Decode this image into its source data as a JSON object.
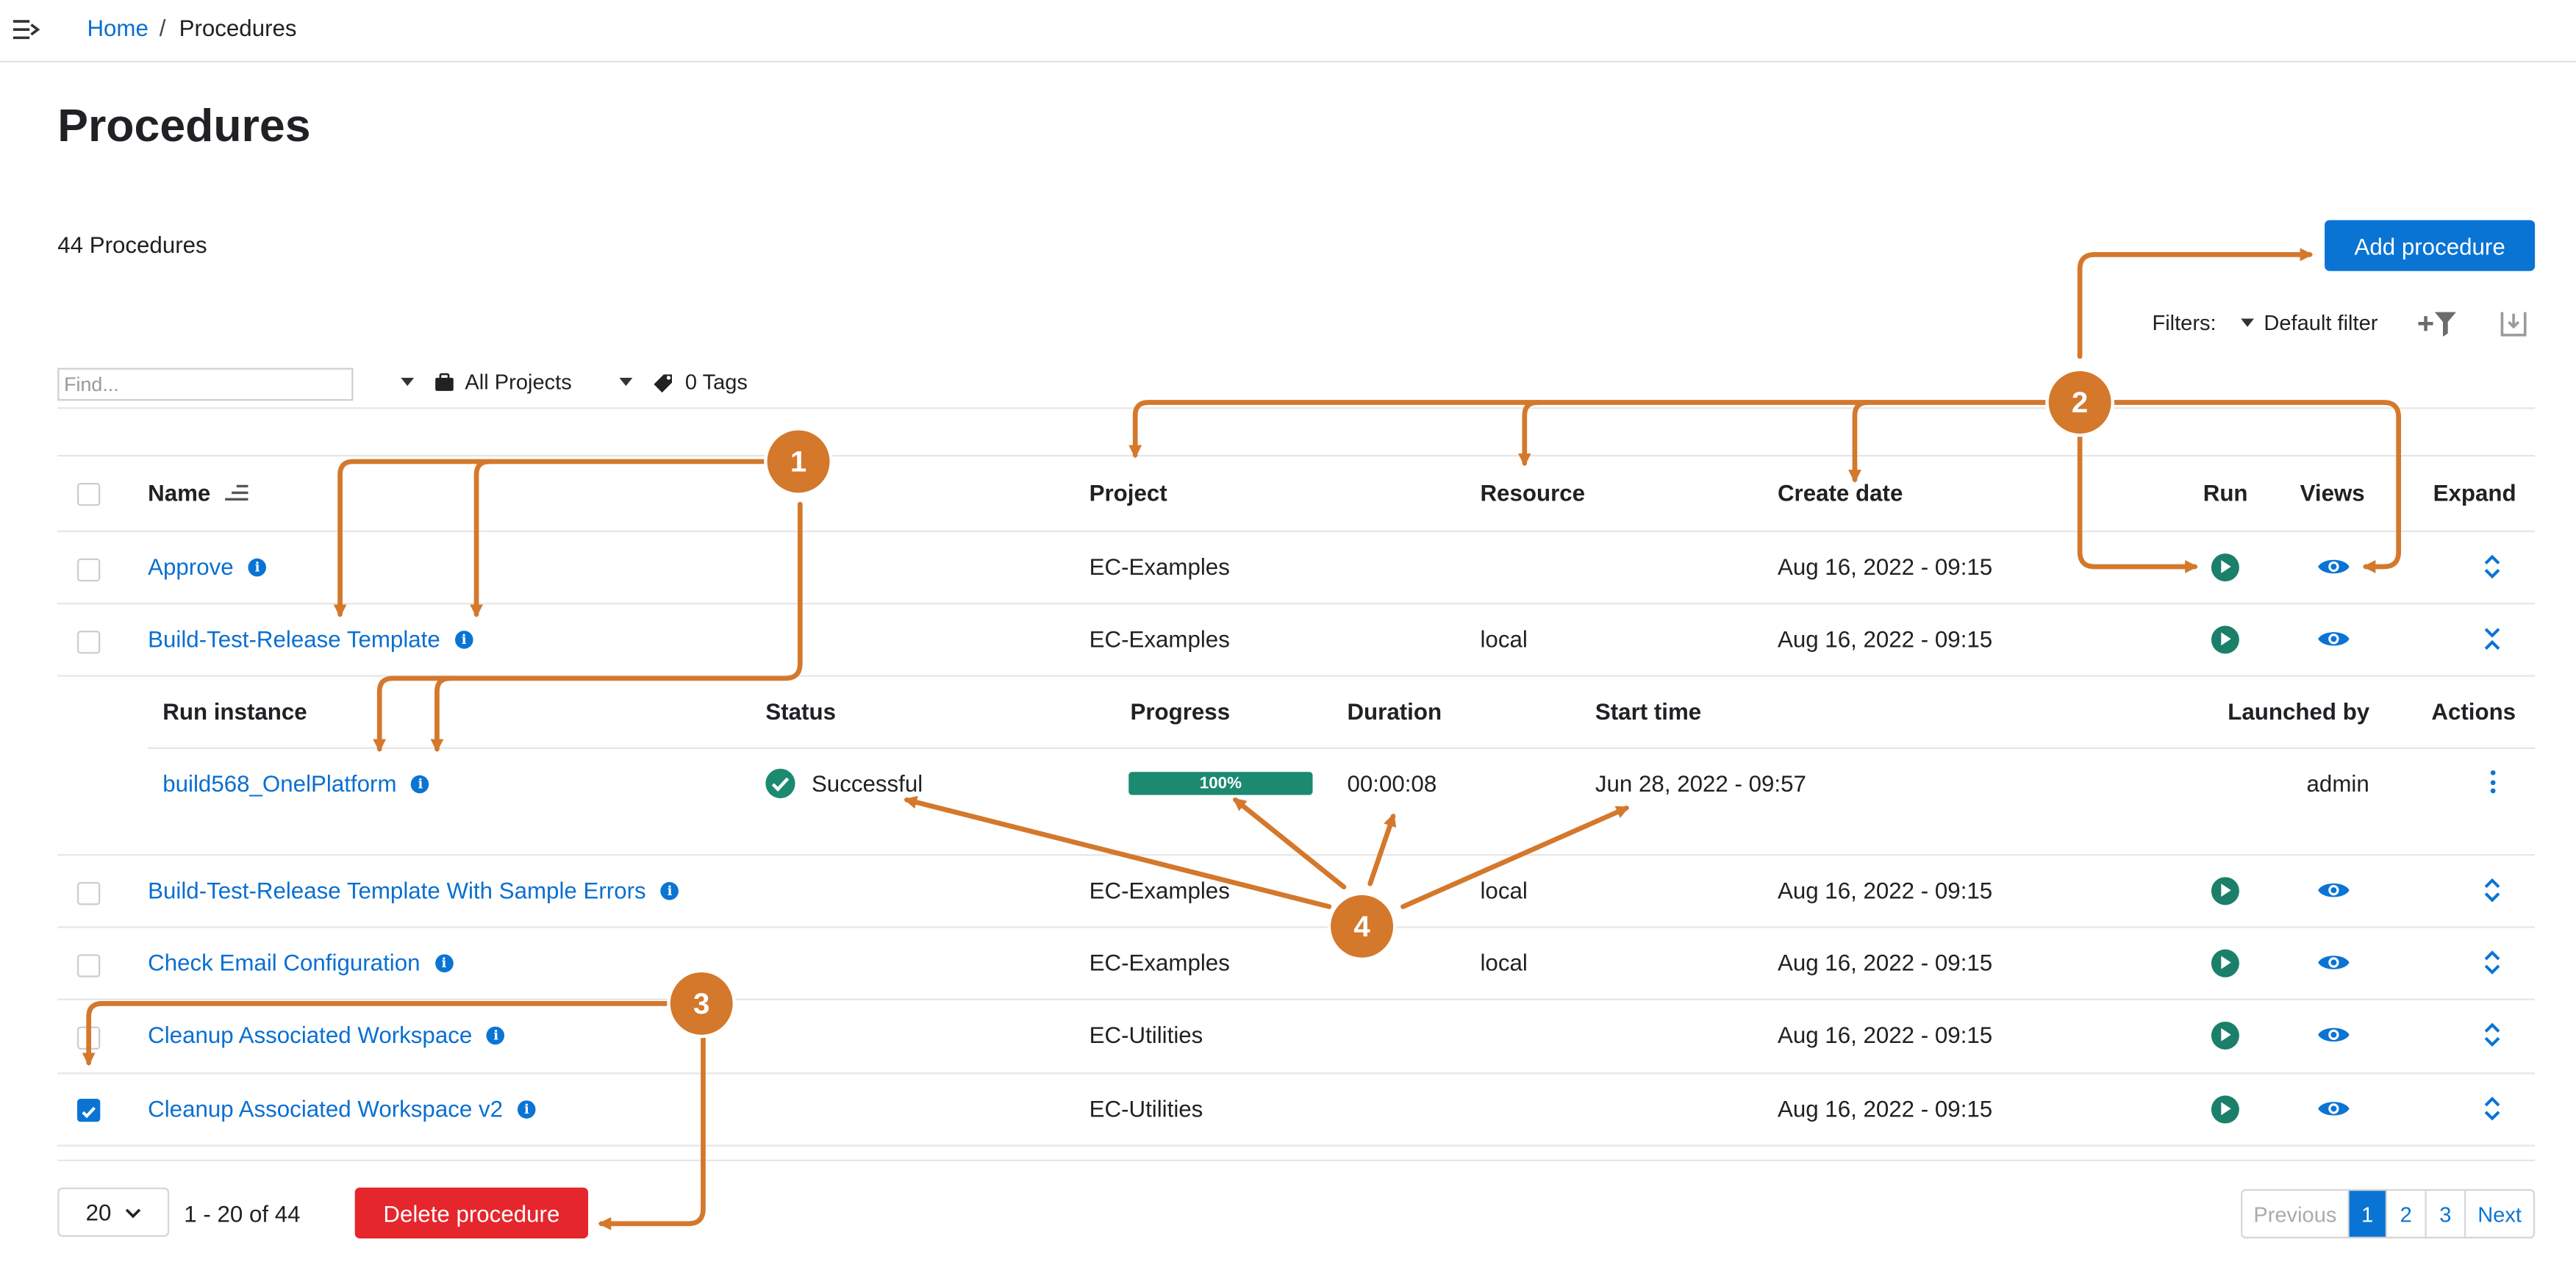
{
  "breadcrumb": {
    "home": "Home",
    "separator": "/",
    "current": "Procedures"
  },
  "page": {
    "title": "Procedures",
    "count": "44 Procedures"
  },
  "toolbar": {
    "add_label": "Add procedure",
    "filters_label": "Filters:",
    "filter_value": "Default filter",
    "find_placeholder": "Find...",
    "projects": "All Projects",
    "tags": "0 Tags"
  },
  "table": {
    "headers": {
      "name": "Name",
      "project": "Project",
      "resource": "Resource",
      "create_date": "Create date",
      "run": "Run",
      "views": "Views",
      "expand": "Expand"
    },
    "rows": [
      {
        "name": "Approve",
        "project": "EC-Examples",
        "resource": "",
        "date": "Aug 16, 2022 - 09:15",
        "checked": false
      },
      {
        "name": "Build-Test-Release Template",
        "project": "EC-Examples",
        "resource": "local",
        "date": "Aug 16, 2022 - 09:15",
        "checked": false
      },
      {
        "name": "Build-Test-Release Template With Sample Errors",
        "project": "EC-Examples",
        "resource": "local",
        "date": "Aug 16, 2022 - 09:15",
        "checked": false
      },
      {
        "name": "Check Email Configuration",
        "project": "EC-Examples",
        "resource": "local",
        "date": "Aug 16, 2022 - 09:15",
        "checked": false
      },
      {
        "name": "Cleanup Associated Workspace",
        "project": "EC-Utilities",
        "resource": "",
        "date": "Aug 16, 2022 - 09:15",
        "checked": false
      },
      {
        "name": "Cleanup Associated Workspace v2",
        "project": "EC-Utilities",
        "resource": "",
        "date": "Aug 16, 2022 - 09:15",
        "checked": true
      }
    ]
  },
  "subtable": {
    "headers": {
      "run_instance": "Run instance",
      "status": "Status",
      "progress": "Progress",
      "duration": "Duration",
      "start_time": "Start time",
      "launched_by": "Launched by",
      "actions": "Actions"
    },
    "row": {
      "run_instance": "build568_OnelPlatform",
      "status": "Successful",
      "progress": "100%",
      "progress_value": 1.0,
      "duration": "00:00:08",
      "start_time": "Jun 28, 2022 - 09:57",
      "launched_by": "admin"
    }
  },
  "footer": {
    "page_size": "20",
    "range": "1 - 20 of 44",
    "delete_label": "Delete procedure",
    "pager": {
      "previous": "Previous",
      "pages": [
        "1",
        "2",
        "3"
      ],
      "next": "Next",
      "current": "1"
    }
  },
  "annotations": [
    "1",
    "2",
    "3",
    "4"
  ],
  "colors": {
    "accent": "#0a74d4",
    "success": "#1b8a70",
    "danger": "#e5262d",
    "annotation": "#d4782c"
  }
}
